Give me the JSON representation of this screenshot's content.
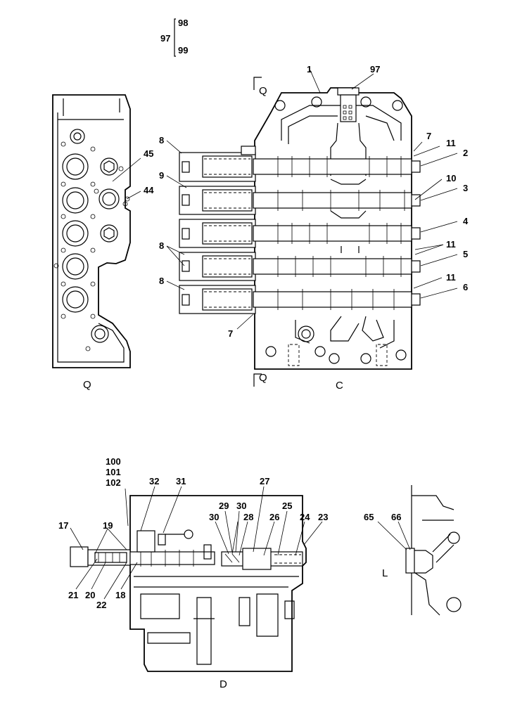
{
  "assembly_group": {
    "parent_number": "97",
    "child_numbers": [
      "98",
      "99"
    ]
  },
  "views": {
    "q": "Q",
    "c": "C",
    "d": "D",
    "l": "L",
    "section_marks": [
      "Q",
      "Q"
    ]
  },
  "callouts": [
    {
      "id": "c1",
      "text": "1"
    },
    {
      "id": "c97",
      "text": "97"
    },
    {
      "id": "c7a",
      "text": "7"
    },
    {
      "id": "c11a",
      "text": "11"
    },
    {
      "id": "c2",
      "text": "2"
    },
    {
      "id": "c10",
      "text": "10"
    },
    {
      "id": "c3",
      "text": "3"
    },
    {
      "id": "c4",
      "text": "4"
    },
    {
      "id": "c11b",
      "text": "11"
    },
    {
      "id": "c5",
      "text": "5"
    },
    {
      "id": "c11c",
      "text": "11"
    },
    {
      "id": "c6",
      "text": "6"
    },
    {
      "id": "c8a",
      "text": "8"
    },
    {
      "id": "c9",
      "text": "9"
    },
    {
      "id": "c8b",
      "text": "8"
    },
    {
      "id": "c8c",
      "text": "8"
    },
    {
      "id": "c7b",
      "text": "7"
    },
    {
      "id": "c45",
      "text": "45"
    },
    {
      "id": "c44",
      "text": "44"
    },
    {
      "id": "c100",
      "text": "100"
    },
    {
      "id": "c101",
      "text": "101"
    },
    {
      "id": "c102",
      "text": "102"
    },
    {
      "id": "c32",
      "text": "32"
    },
    {
      "id": "c31",
      "text": "31"
    },
    {
      "id": "c27",
      "text": "27"
    },
    {
      "id": "c17",
      "text": "17"
    },
    {
      "id": "c19",
      "text": "19"
    },
    {
      "id": "c29",
      "text": "29"
    },
    {
      "id": "c30a",
      "text": "30"
    },
    {
      "id": "c30b",
      "text": "30"
    },
    {
      "id": "c28",
      "text": "28"
    },
    {
      "id": "c26",
      "text": "26"
    },
    {
      "id": "c25",
      "text": "25"
    },
    {
      "id": "c24",
      "text": "24"
    },
    {
      "id": "c23",
      "text": "23"
    },
    {
      "id": "c21",
      "text": "21"
    },
    {
      "id": "c20",
      "text": "20"
    },
    {
      "id": "c22",
      "text": "22"
    },
    {
      "id": "c18",
      "text": "18"
    },
    {
      "id": "c65",
      "text": "65"
    },
    {
      "id": "c66",
      "text": "66"
    }
  ]
}
